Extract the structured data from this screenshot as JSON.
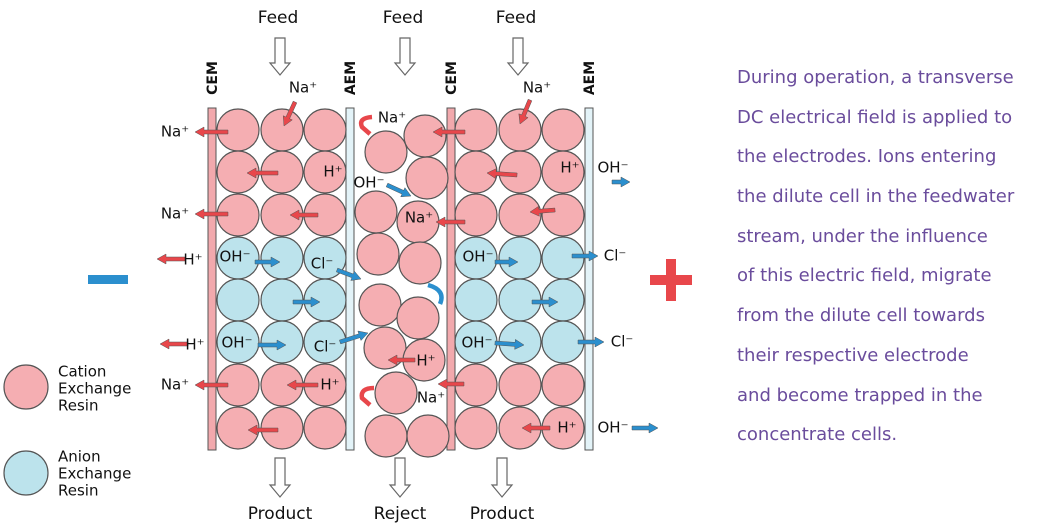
{
  "top_labels": [
    "Feed",
    "Feed",
    "Feed"
  ],
  "bottom_labels": [
    "Product",
    "Reject",
    "Product"
  ],
  "membranes": [
    "CEM",
    "AEM",
    "CEM",
    "AEM"
  ],
  "ions": {
    "na": "Na⁺",
    "h": "H⁺",
    "oh": "OH⁻",
    "cl": "Cl⁻"
  },
  "legend": {
    "cation": [
      "Cation",
      "Exchange",
      "Resin"
    ],
    "anion": [
      "Anion",
      "Exchange",
      "Resin"
    ]
  },
  "electrodes": {
    "negative": "minus",
    "positive": "plus"
  },
  "description": [
    "During operation, a transverse",
    "DC electrical field is applied to",
    "the electrodes. Ions entering",
    "the dilute cell in the feedwater",
    "stream, under the influence",
    "of this electric field, migrate",
    "from the dilute cell towards",
    "their respective electrode",
    "and become trapped in the",
    "concentrate cells."
  ],
  "colors": {
    "cation": "#f5aeb2",
    "anion": "#bce3ec",
    "cem": "#f2a9ad",
    "aem": "#e3f3f8",
    "red_arrow": "#e8474b",
    "blue_arrow": "#2b8fce",
    "text": "#6a4c9c",
    "minus": "#2b8fce",
    "plus": "#e8474b"
  }
}
